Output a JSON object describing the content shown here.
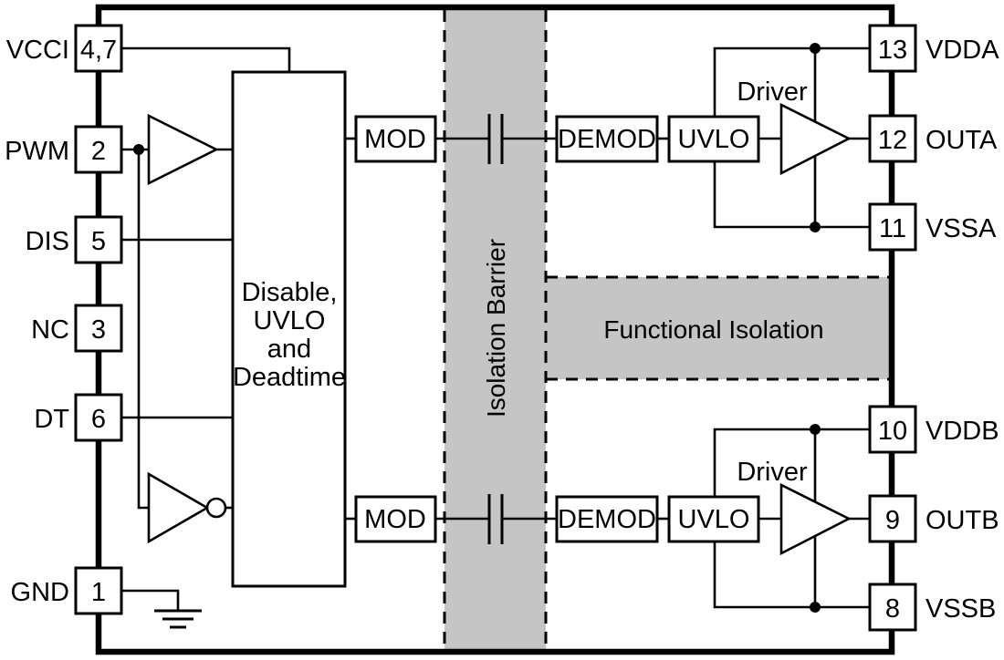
{
  "colors": {
    "background": "#ffffff",
    "line": "#000000",
    "band_gray": "#c5c5c5"
  },
  "pins": {
    "left": [
      {
        "label": "VCCI",
        "number": "4,7"
      },
      {
        "label": "PWM",
        "number": "2"
      },
      {
        "label": "DIS",
        "number": "5"
      },
      {
        "label": "NC",
        "number": "3"
      },
      {
        "label": "DT",
        "number": "6"
      },
      {
        "label": "GND",
        "number": "1"
      }
    ],
    "right": [
      {
        "label": "VDDA",
        "number": "13"
      },
      {
        "label": "OUTA",
        "number": "12"
      },
      {
        "label": "VSSA",
        "number": "11"
      },
      {
        "label": "VDDB",
        "number": "10"
      },
      {
        "label": "OUTB",
        "number": "9"
      },
      {
        "label": "VSSB",
        "number": "8"
      }
    ]
  },
  "blocks": {
    "control": {
      "lines": [
        "Disable,",
        "UVLO",
        "and",
        "Deadtime"
      ]
    },
    "channel_a": {
      "mod": "MOD",
      "demod": "DEMOD",
      "uvlo": "UVLO",
      "driver": "Driver"
    },
    "channel_b": {
      "mod": "MOD",
      "demod": "DEMOD",
      "uvlo": "UVLO",
      "driver": "Driver"
    }
  },
  "regions": {
    "isolation_barrier": "Isolation Barrier",
    "functional_isolation": "Functional Isolation"
  },
  "icons": {
    "buffer-gate-icon": "right-pointing triangle",
    "inverter-gate-icon": "right-pointing triangle with output bubble",
    "driver-gate-icon": "right-pointing triangle",
    "capacitor-icon": "two parallel vertical plates",
    "ground-icon": "three-bar earth ground",
    "junction-dot-icon": "filled circle"
  }
}
